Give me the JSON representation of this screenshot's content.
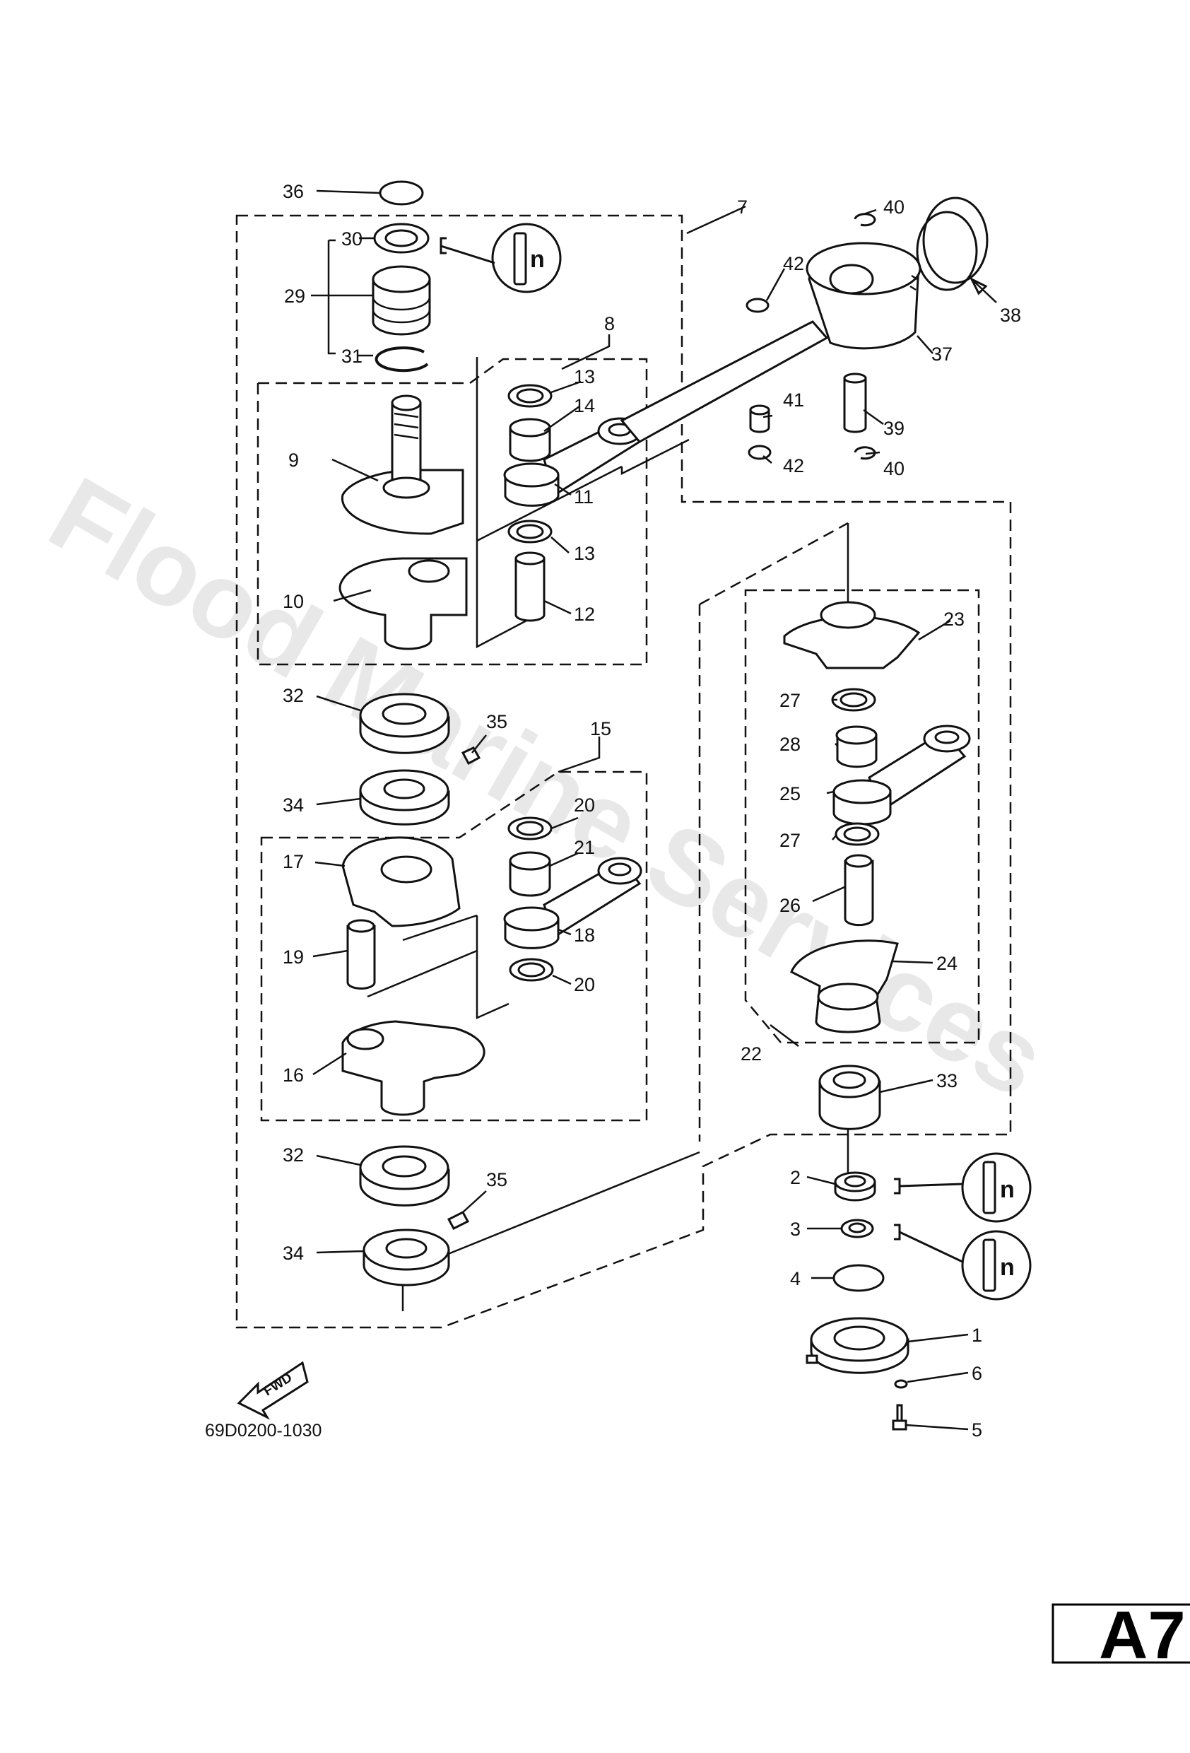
{
  "diagram": {
    "part_code": "69D0200-1030",
    "page_badge": "A7",
    "watermark": "Flood Marine Services",
    "fwd_label": "FWD",
    "grease_symbol": "n",
    "callouts": [
      "1",
      "2",
      "3",
      "4",
      "5",
      "6",
      "7",
      "8",
      "9",
      "10",
      "11",
      "12",
      "13",
      "14",
      "15",
      "16",
      "17",
      "18",
      "19",
      "20",
      "21",
      "22",
      "23",
      "24",
      "25",
      "26",
      "27",
      "28",
      "29",
      "30",
      "31",
      "32",
      "33",
      "34",
      "35",
      "36",
      "37",
      "38",
      "39",
      "40",
      "41",
      "42"
    ]
  }
}
